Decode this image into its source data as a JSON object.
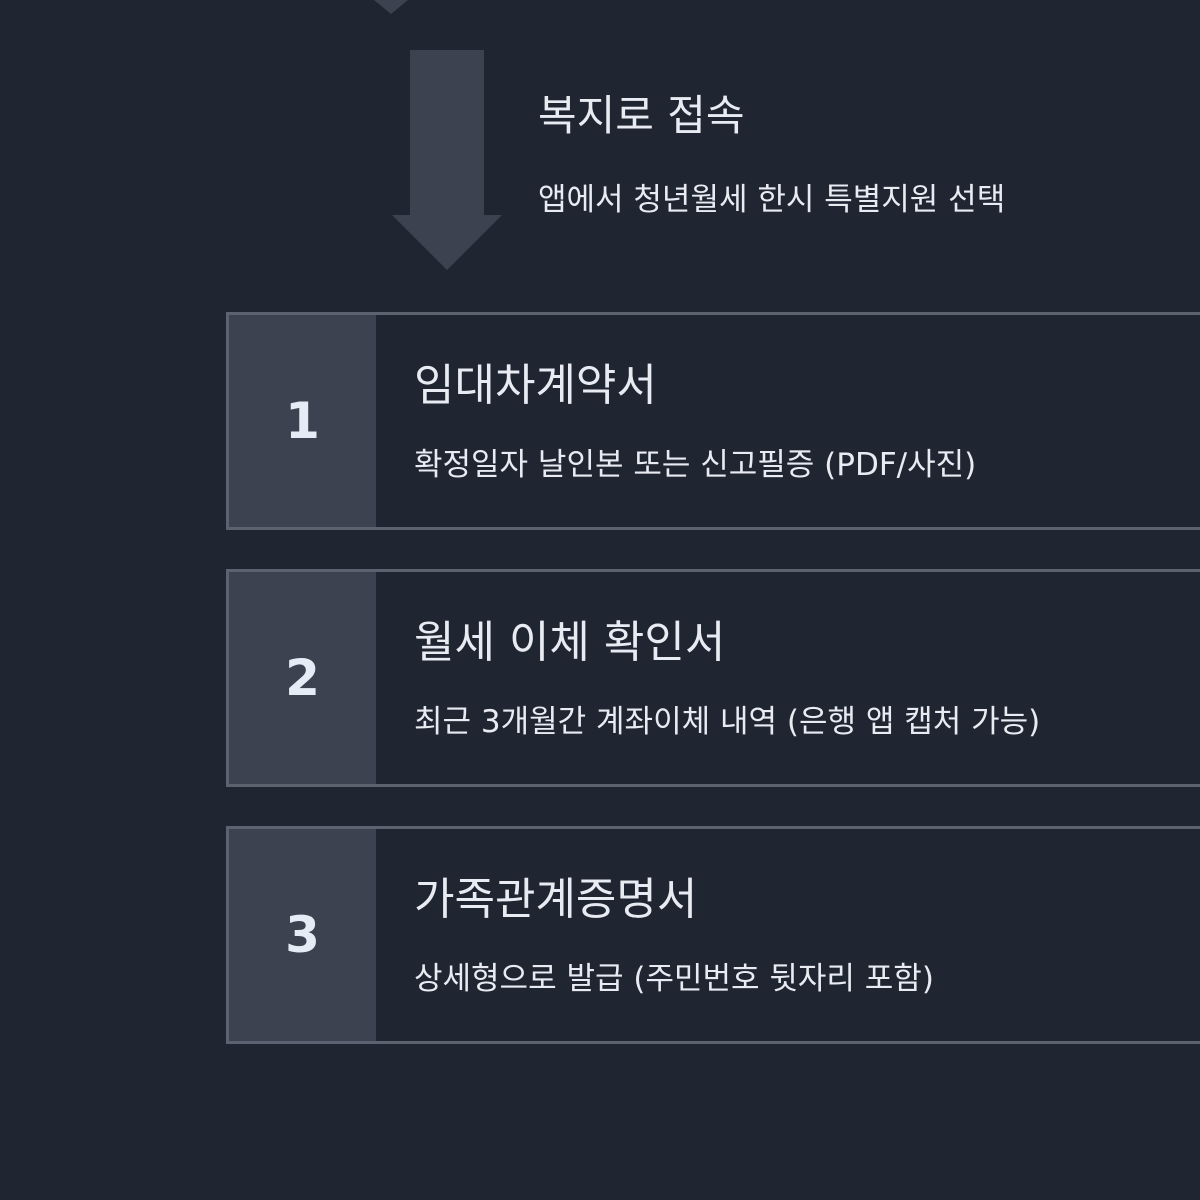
{
  "header_step": {
    "title": "복지로 접속",
    "subtitle": "앱에서 청년월세 한시 특별지원 선택"
  },
  "documents": [
    {
      "number": "1",
      "title": "임대차계약서",
      "description": "확정일자 날인본 또는 신고필증 (PDF/사진)"
    },
    {
      "number": "2",
      "title": "월세 이체 확인서",
      "description": "최근 3개월간 계좌이체 내역 (은행 앱 캡처 가능)"
    },
    {
      "number": "3",
      "title": "가족관계증명서",
      "description": "상세형으로 발급 (주민번호 뒷자리 포함)"
    }
  ],
  "colors": {
    "background": "#202532",
    "arrow": "#3c4250",
    "number_panel": "#3c4250",
    "card_border": "#5b6270",
    "text": "#e8ecf2"
  },
  "icons": {
    "flow_arrow": "down-arrow-icon"
  }
}
